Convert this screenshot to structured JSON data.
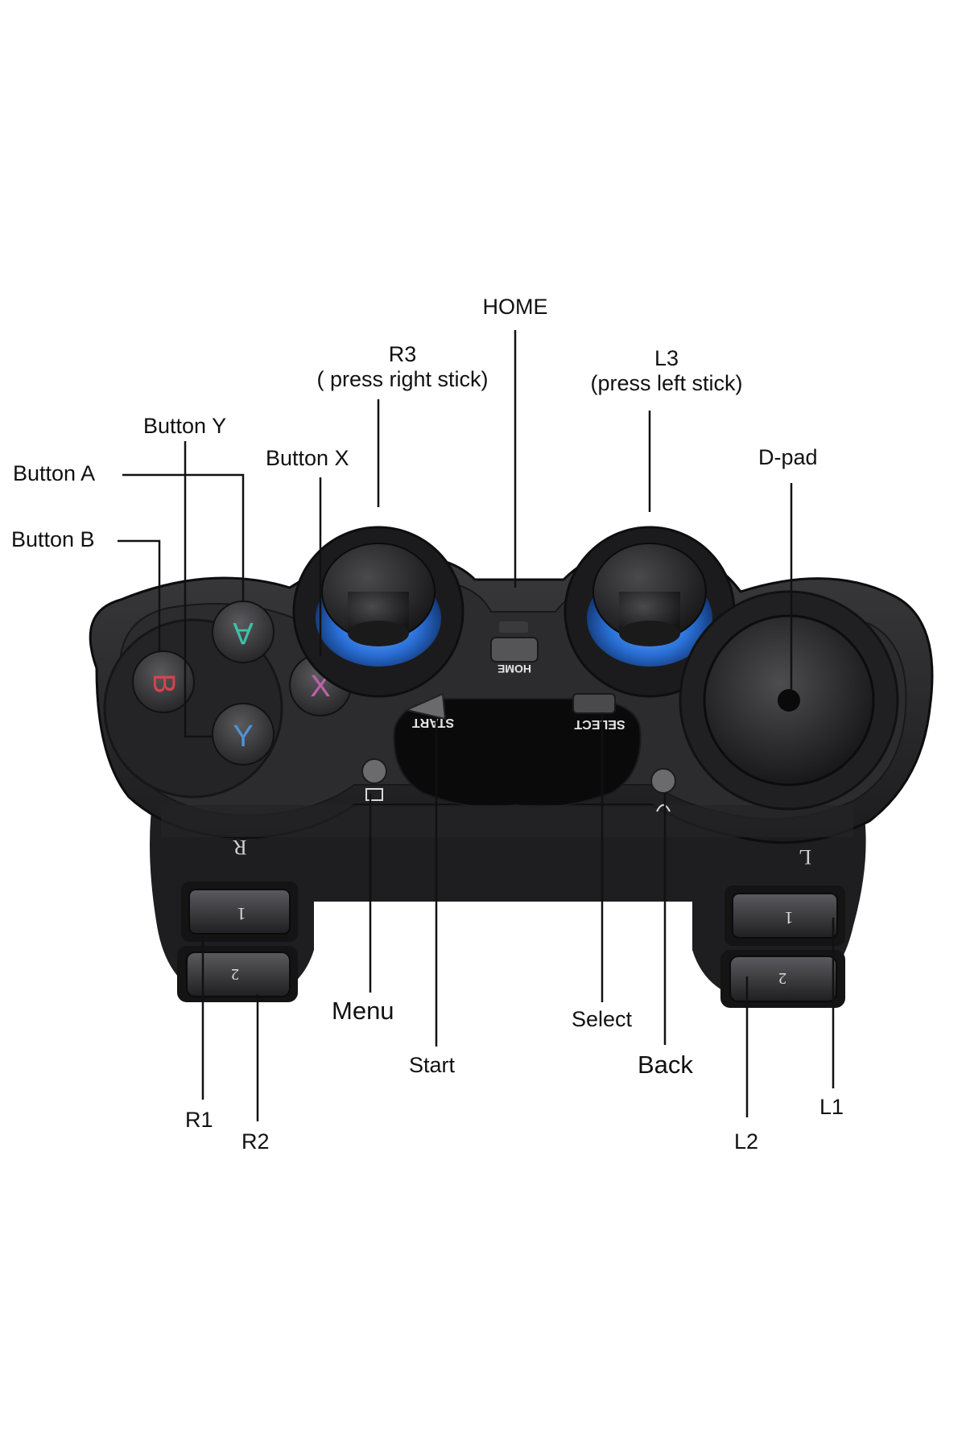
{
  "callouts": {
    "home": "HOME",
    "r3_title": "R3",
    "r3_sub": "( press right stick)",
    "l3_title": "L3",
    "l3_sub": "(press left stick)",
    "button_y": "Button Y",
    "button_a": "Button A",
    "button_x": "Button X",
    "button_b": "Button B",
    "dpad": "D-pad",
    "menu": "Menu",
    "start": "Start",
    "select": "Select",
    "back": "Back",
    "r1": "R1",
    "r2": "R2",
    "l1": "L1",
    "l2": "L2"
  },
  "controller": {
    "face_a": "A",
    "face_b": "B",
    "face_x": "X",
    "face_y": "Y",
    "home_text": "HOME",
    "start_text": "START",
    "select_text": "SELECT",
    "right_side": "R",
    "left_side": "L",
    "bumper_1": "1",
    "bumper_2": "2",
    "colors": {
      "body": "#2b2b2d",
      "body_dark": "#1a1a1b",
      "stick_ring": "#2a6fd6",
      "face_a_glyph": "#3fc2a8",
      "face_b_glyph": "#d7434c",
      "face_x_glyph": "#c45fae",
      "face_y_glyph": "#4f93d8"
    }
  }
}
